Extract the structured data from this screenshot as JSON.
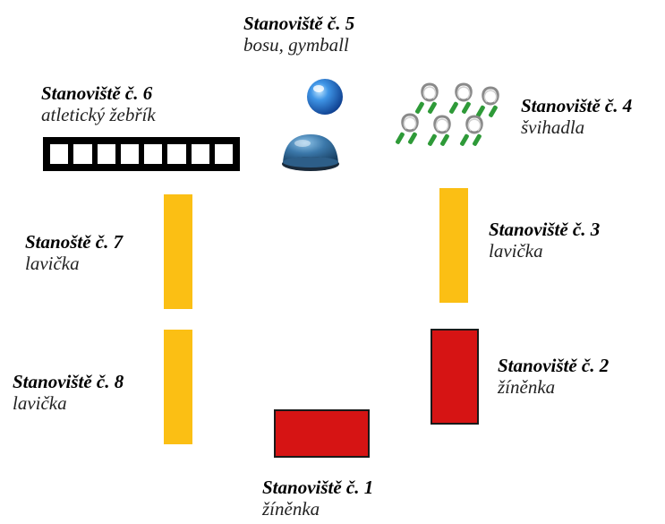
{
  "stations": [
    {
      "id": 1,
      "title": "Stanoviště č. 1",
      "desc": "žíněnka"
    },
    {
      "id": 2,
      "title": "Stanoviště č. 2",
      "desc": "žíněnka"
    },
    {
      "id": 3,
      "title": "Stanoviště č. 3",
      "desc": "lavička"
    },
    {
      "id": 4,
      "title": "Stanoviště č. 4",
      "desc": "švihadla"
    },
    {
      "id": 5,
      "title": "Stanoviště č. 5",
      "desc": "bosu, gymball"
    },
    {
      "id": 6,
      "title": "Stanoviště č. 6",
      "desc": "atletický žebřík"
    },
    {
      "id": 7,
      "title": "Stanoště č. 7",
      "desc": "lavička"
    },
    {
      "id": 8,
      "title": "Stanoviště č. 8",
      "desc": "lavička"
    }
  ],
  "colors": {
    "bench": "#fbbf14",
    "mat": "#d61414",
    "ball": "#2f7fd6",
    "rope": "#2e9a38"
  }
}
